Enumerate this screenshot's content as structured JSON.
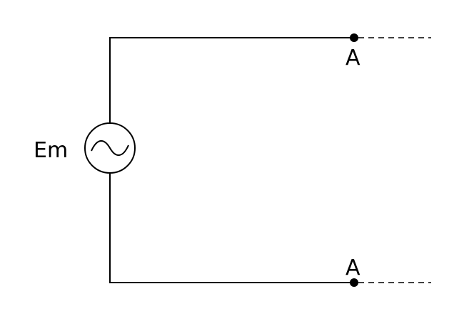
{
  "source": {
    "label": "Em",
    "icon": "ac-source-icon"
  },
  "terminals": {
    "top_label": "A",
    "bottom_label": "A"
  },
  "colors": {
    "line": "#000000",
    "background": "#ffffff"
  }
}
